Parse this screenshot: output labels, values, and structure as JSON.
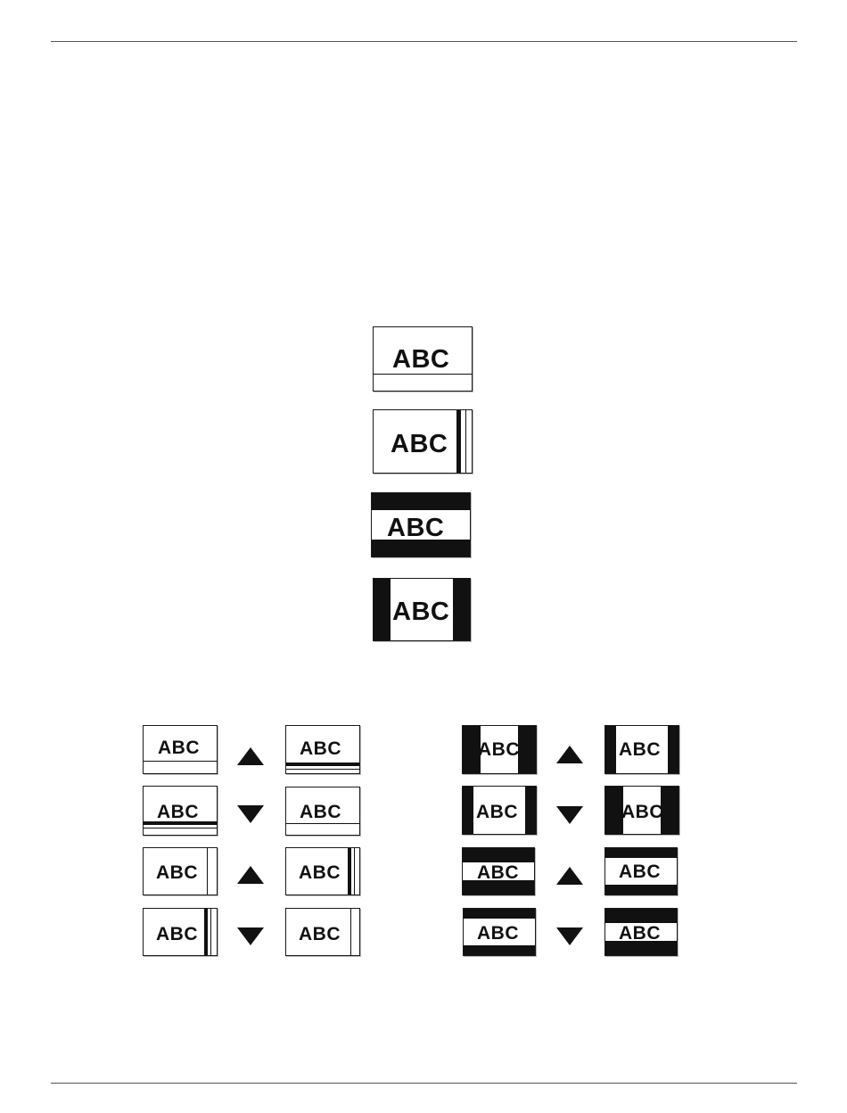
{
  "icon_label": "ABC",
  "colors": {
    "ink": "#111111",
    "paper": "#ffffff",
    "rule": "#555555"
  },
  "icons": {
    "legend": [
      "bottom-border-thin",
      "right-border-thick",
      "letterbox-horizontal",
      "pillarbox-vertical"
    ],
    "adjust_grid_left": [
      [
        "bottom-border-thin",
        "up-arrow",
        "bottom-border-thick"
      ],
      [
        "bottom-border-thick",
        "down-arrow",
        "bottom-border-thin"
      ],
      [
        "right-border-thin",
        "up-arrow",
        "right-border-thick"
      ],
      [
        "right-border-thick",
        "down-arrow",
        "right-border-thin"
      ]
    ],
    "adjust_grid_right": [
      [
        "pillarbox-narrow",
        "up-arrow",
        "pillarbox-wide"
      ],
      [
        "pillarbox-wide",
        "down-arrow",
        "pillarbox-narrow"
      ],
      [
        "letterbox-narrow",
        "up-arrow",
        "letterbox-wide"
      ],
      [
        "letterbox-wide",
        "down-arrow",
        "letterbox-narrow"
      ]
    ]
  }
}
